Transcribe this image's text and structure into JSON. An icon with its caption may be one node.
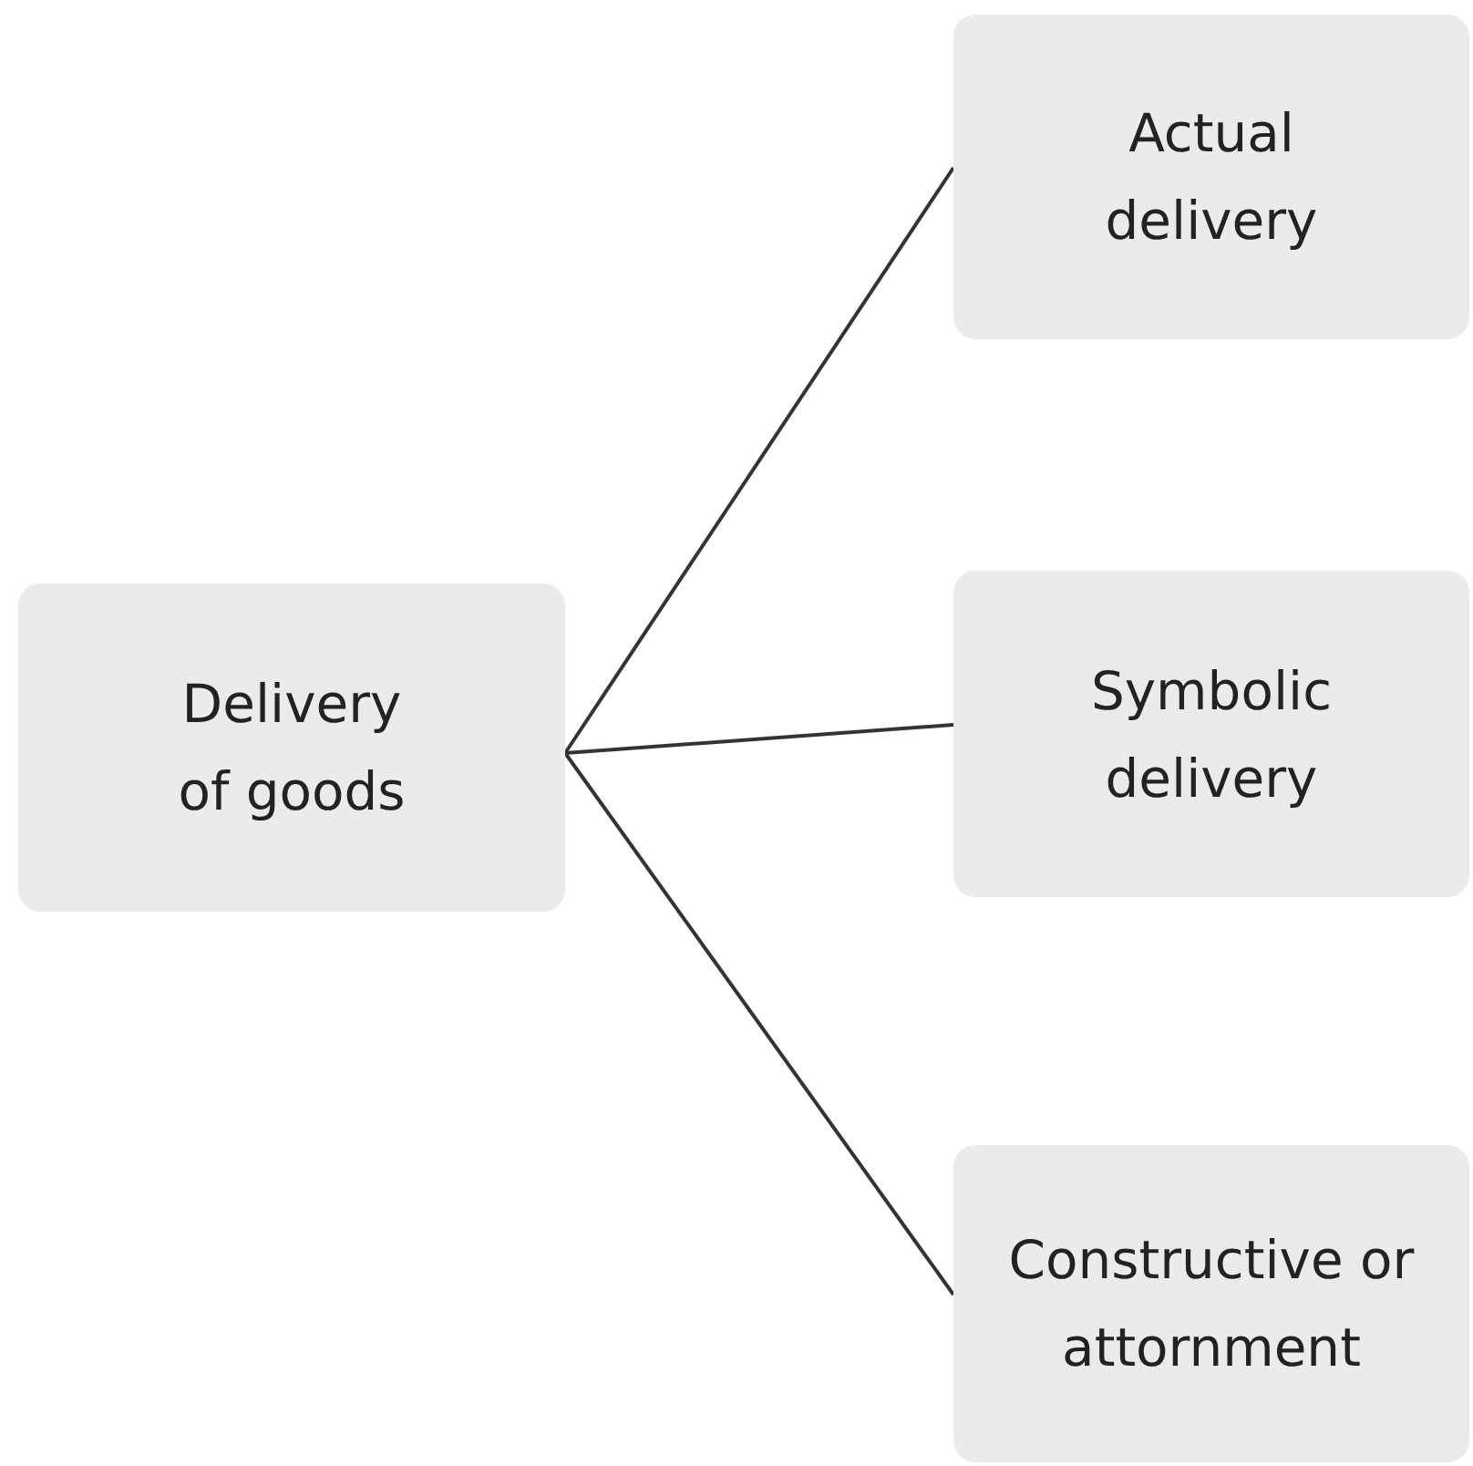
{
  "diagram": {
    "nodes": [
      {
        "text": [
          "Delivery of goods"
        ]
      },
      {
        "text": [
          "Actual delivery"
        ]
      },
      {
        "text": [
          "Symbolic delivery"
        ]
      },
      {
        "text": [
          "Constructive or attornment"
        ]
      }
    ],
    "edges": [
      {
        "from": 0,
        "to": 1,
        "arrow": "none"
      },
      {
        "from": 0,
        "to": 2,
        "arrow": "none"
      },
      {
        "from": 0,
        "to": 3,
        "arrow": "none"
      }
    ]
  }
}
